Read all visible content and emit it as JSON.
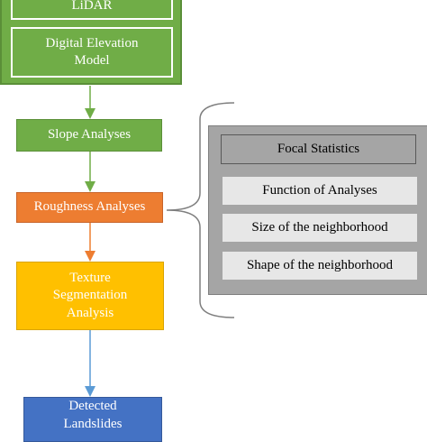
{
  "boxes": {
    "lidar": "LiDAR",
    "dem": "Digital Elevation Model",
    "slope": "Slope Analyses",
    "roughness": "Roughness Analyses",
    "texture": "Texture Segmentation Analysis",
    "detected": "Detected Landslides"
  },
  "focal_panel": {
    "title": "Focal Statistics",
    "items": [
      "Function of Analyses",
      "Size of the neighborhood",
      "Shape of the neighborhood"
    ]
  },
  "colors": {
    "green": "#70ad47",
    "orange": "#ed7d31",
    "yellow": "#ffc000",
    "blue": "#4472c4",
    "gray": "#a5a5a5",
    "light_gray": "#e7e7e7"
  }
}
